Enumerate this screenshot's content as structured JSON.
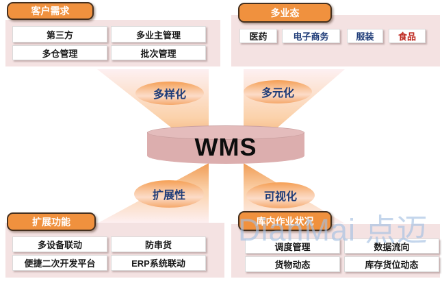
{
  "center": {
    "label": "WMS"
  },
  "ovals": [
    {
      "label": "多样化"
    },
    {
      "label": "多元化"
    },
    {
      "label": "扩展性"
    },
    {
      "label": "可视化"
    }
  ],
  "quadrants": [
    {
      "header": "客户需求",
      "items": [
        {
          "label": "第三方",
          "color": "#1a1a1a"
        },
        {
          "label": "多业主管理",
          "color": "#1a1a1a"
        },
        {
          "label": "多仓管理",
          "color": "#1a1a1a"
        },
        {
          "label": "批次管理",
          "color": "#1a1a1a"
        }
      ]
    },
    {
      "header": "多业态",
      "items": [
        {
          "label": "医药",
          "color": "#1a1a1a"
        },
        {
          "label": "电子商务",
          "color": "#1f3c78"
        },
        {
          "label": "服装",
          "color": "#1f3c78"
        },
        {
          "label": "食品",
          "color": "#bf2a21"
        }
      ]
    },
    {
      "header": "扩展功能",
      "items": [
        {
          "label": "多设备联动",
          "color": "#1a1a1a"
        },
        {
          "label": "防串货",
          "color": "#1a1a1a"
        },
        {
          "label": "便捷二次开发平台",
          "color": "#1a1a1a"
        },
        {
          "label": "ERP系统联动",
          "color": "#1a1a1a"
        }
      ]
    },
    {
      "header": "库内作业状况",
      "items": [
        {
          "label": "调度管理",
          "color": "#1a1a1a"
        },
        {
          "label": "数据流向",
          "color": "#1a1a1a"
        },
        {
          "label": "货物动态",
          "color": "#1a1a1a"
        },
        {
          "label": "库存货位动态",
          "color": "#1a1a1a"
        }
      ]
    }
  ],
  "watermark": "DianMai 点迈",
  "colors": {
    "panel_pink": "#f4e2e2",
    "header_orange": "#f0913e",
    "header_border": "#45301f",
    "beam_orange": "#f09c55",
    "beam_light_pink": "#fdf0f2",
    "cylinder_body": "#dcaeae",
    "cylinder_top": "#e4bcbc",
    "oval_text_navy": "#1f3c78",
    "item_blue": "#1f3c78",
    "item_red": "#bf2a21",
    "watermark_blue": "#a5c0e2"
  }
}
